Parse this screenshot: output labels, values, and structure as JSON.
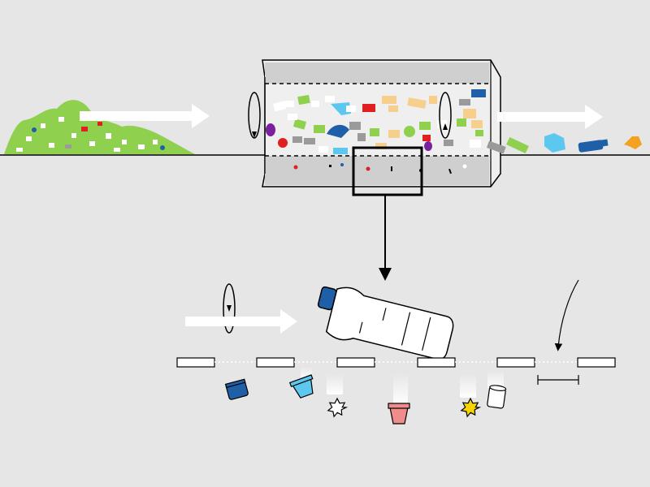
{
  "colors": {
    "background": "#e6e6e6",
    "green": "#8fd14f",
    "blue": "#1f5fa8",
    "light_blue": "#5cc8f0",
    "red": "#e02020",
    "purple": "#7a1f9e",
    "orange": "#f4a020",
    "tan": "#f6cf8c",
    "gray": "#9a9a9a",
    "pink": "#f08c8c",
    "yellow": "#f5d400",
    "drum_band": "#cfcfcf",
    "arrow": "#ffffff",
    "stroke": "#000000"
  },
  "icons": {
    "input_waste": "waste-pile-icon",
    "drum": "trommel-drum-icon",
    "rotation": "rotation-arrow-icon",
    "bottle": "plastic-bottle-icon",
    "caps": "bottle-cap-icon",
    "splash": "splash-icon",
    "gap": "dimension-marker-icon"
  },
  "stages": [
    "mixed-waste-input",
    "rotating-trommel",
    "separated-output",
    "screen-detail"
  ]
}
